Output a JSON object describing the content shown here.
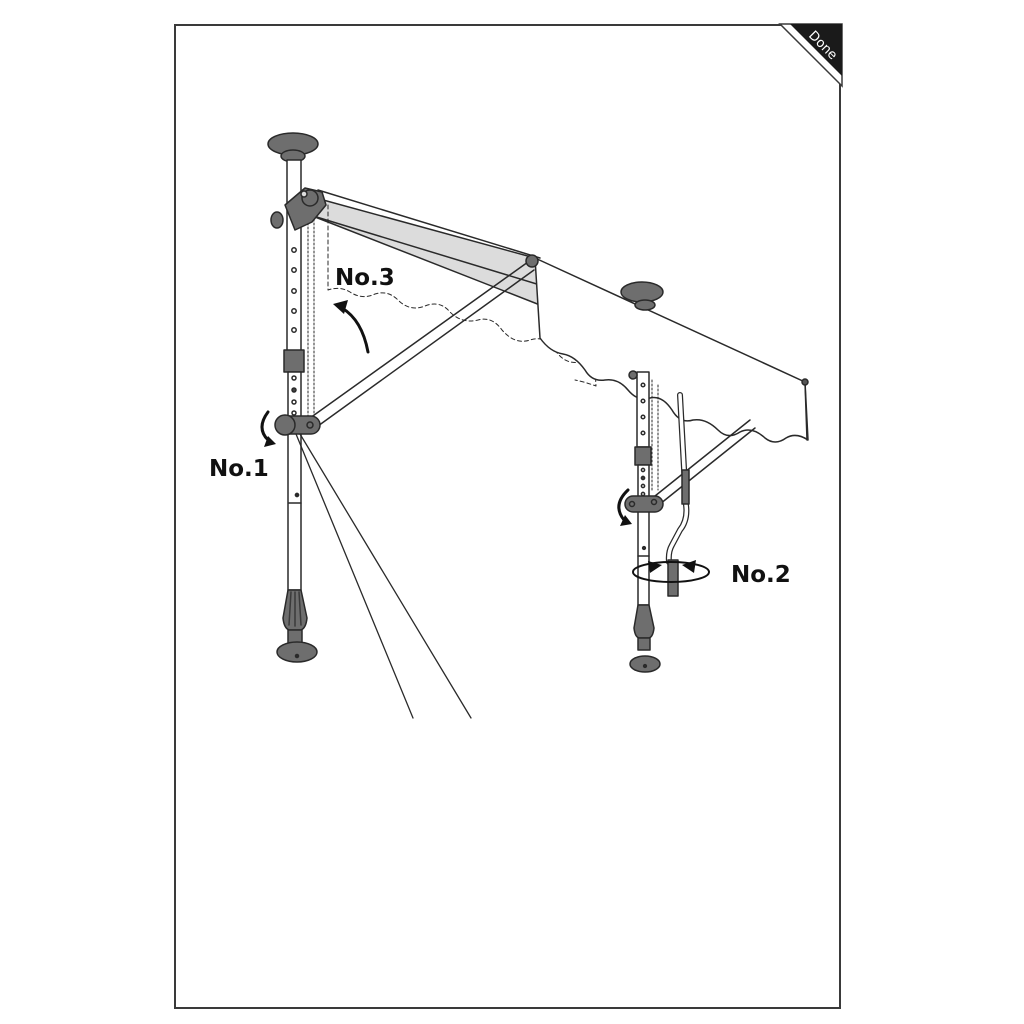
{
  "page": {
    "corner_tag": "Done",
    "border_color": "#3a3a3a",
    "corner_tag_color": "#1a1a1a"
  },
  "diagram": {
    "subject": "Retractable awning mounted on two telescopic poles",
    "labels": {
      "step1": "No.1",
      "step2": "No.2",
      "step3": "No.3"
    },
    "colors": {
      "fabric_fill": "#ffffff",
      "roller_fill": "#dcdcdc",
      "fitting_fill": "#6e6e6e",
      "line": "#2a2a2a"
    }
  }
}
